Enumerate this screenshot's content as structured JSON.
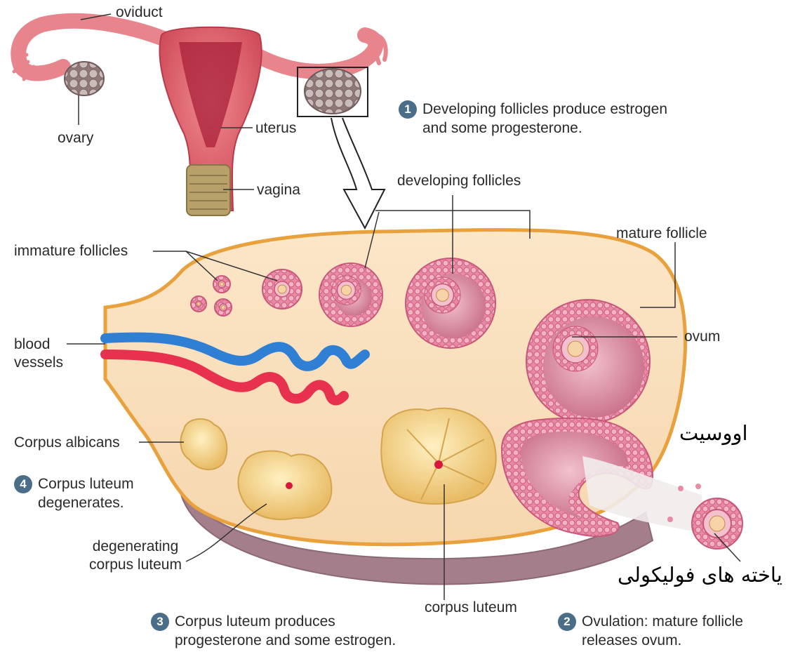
{
  "colors": {
    "ovary_fill": "#f8dcb8",
    "ovary_outline": "#e8a13c",
    "follicle_cells": "#e06b8e",
    "follicle_cavity": "#d9879e",
    "corpus_luteum": "#f5d58a",
    "artery": "#e8304f",
    "vein": "#2f7fd4",
    "uterus": "#d84d5c",
    "ovary_small": "#a08c8c",
    "step_badge": "#4a6e87"
  },
  "labels": {
    "oviduct": "oviduct",
    "ovary": "ovary",
    "uterus": "uterus",
    "vagina": "vagina",
    "developing_follicles": "developing follicles",
    "immature_follicles": "immature follicles",
    "mature_follicle": "mature follicle",
    "ovum": "ovum",
    "blood_vessels": "blood vessels",
    "corpus_albicans": "Corpus albicans",
    "degenerating_corpus_luteum": "degenerating corpus luteum",
    "corpus_luteum": "corpus luteum",
    "oocyte_fa": "اووسیت",
    "follicular_cells_fa": "یاخته های فولیکولی"
  },
  "steps": [
    {
      "num": "1",
      "text": "Developing follicles produce estrogen and some progesterone."
    },
    {
      "num": "2",
      "text": "Ovulation: mature follicle releases ovum."
    },
    {
      "num": "3",
      "text": "Corpus luteum produces progesterone and some estrogen."
    },
    {
      "num": "4",
      "text": "Corpus luteum degenerates."
    }
  ]
}
